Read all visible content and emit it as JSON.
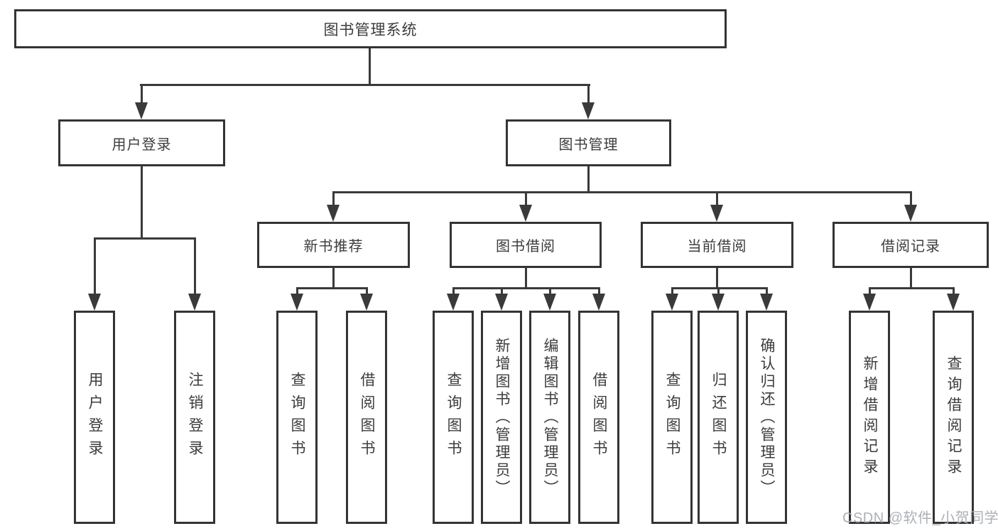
{
  "diagram": {
    "title": "图书管理系统",
    "watermark": "CSDN @软件_小贺同学",
    "colors": {
      "line": "#3a3a3a",
      "box_border": "#343434",
      "text": "#3c3c3c",
      "background": "#ffffff",
      "watermark": "#a8acb2"
    },
    "nodes": [
      {
        "id": "root",
        "label": "图书管理系统",
        "level": 1,
        "parent": null
      },
      {
        "id": "user-login",
        "label": "用户登录",
        "level": 2,
        "parent": "root"
      },
      {
        "id": "book-mgmt",
        "label": "图书管理",
        "level": 2,
        "parent": "root"
      },
      {
        "id": "new-book-rec",
        "label": "新书推荐",
        "level": 3,
        "parent": "book-mgmt"
      },
      {
        "id": "book-borrow",
        "label": "图书借阅",
        "level": 3,
        "parent": "book-mgmt"
      },
      {
        "id": "current-borrow",
        "label": "当前借阅",
        "level": 3,
        "parent": "book-mgmt"
      },
      {
        "id": "borrow-records",
        "label": "借阅记录",
        "level": 3,
        "parent": "book-mgmt"
      },
      {
        "id": "leaf-user-login",
        "label": "用户登录",
        "level": 4,
        "parent": "user-login"
      },
      {
        "id": "leaf-logout",
        "label": "注销登录",
        "level": 4,
        "parent": "user-login"
      },
      {
        "id": "leaf-query-book-1",
        "label": "查询图书",
        "level": 4,
        "parent": "new-book-rec"
      },
      {
        "id": "leaf-borrow-book-1",
        "label": "借阅图书",
        "level": 4,
        "parent": "new-book-rec"
      },
      {
        "id": "leaf-query-book-2",
        "label": "查询图书",
        "level": 4,
        "parent": "book-borrow"
      },
      {
        "id": "leaf-add-book",
        "label": "新增图书（管理员）",
        "level": 4,
        "parent": "book-borrow"
      },
      {
        "id": "leaf-edit-book",
        "label": "编辑图书（管理员）",
        "level": 4,
        "parent": "book-borrow"
      },
      {
        "id": "leaf-borrow-book-2",
        "label": "借阅图书",
        "level": 4,
        "parent": "book-borrow"
      },
      {
        "id": "leaf-query-book-3",
        "label": "查询图书",
        "level": 4,
        "parent": "current-borrow"
      },
      {
        "id": "leaf-return-book",
        "label": "归还图书",
        "level": 4,
        "parent": "current-borrow"
      },
      {
        "id": "leaf-confirm-return",
        "label": "确认归还（管理员）",
        "level": 4,
        "parent": "current-borrow"
      },
      {
        "id": "leaf-add-record",
        "label": "新增借阅记录",
        "level": 4,
        "parent": "borrow-records"
      },
      {
        "id": "leaf-query-record",
        "label": "查询借阅记录",
        "level": 4,
        "parent": "borrow-records"
      }
    ]
  }
}
